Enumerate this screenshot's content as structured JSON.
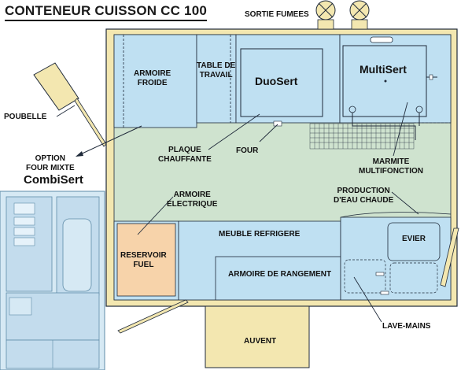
{
  "title": "CONTENEUR CUISSON CC 100",
  "labels": {
    "sortie_fumees": "SORTIE FUMEES",
    "armoire_froide": "ARMOIRE\nFROIDE",
    "table_travail": "TABLE DE\nTRAVAIL",
    "duosert": "DuoSert",
    "multisert": "MultiSert",
    "poubelle": "POUBELLE",
    "plaque": "PLAQUE\nCHAUFFANTE",
    "four": "FOUR",
    "marmite": "MARMITE\nMULTIFONCTION",
    "option": "OPTION\nFOUR MIXTE",
    "combisert": "CombiSert",
    "armoire_electrique": "ARMOIRE\nELECTRIQUE",
    "production": "PRODUCTION\nD'EAU CHAUDE",
    "meuble_refrigere": "MEUBLE REFRIGERE",
    "evier": "EVIER",
    "reservoir": "RESERVOIR\nFUEL",
    "armoire_rangement": "ARMOIRE DE RANGEMENT",
    "lave_mains": "LAVE-MAINS",
    "auvent": "AUVENT"
  },
  "colors": {
    "wall": "#f3e7b0",
    "outline": "#1f2a3a",
    "blue": "#bfe0f2",
    "green": "#cfe3cf",
    "orange": "#f7d3aa",
    "awning": "#f3e7b0"
  }
}
